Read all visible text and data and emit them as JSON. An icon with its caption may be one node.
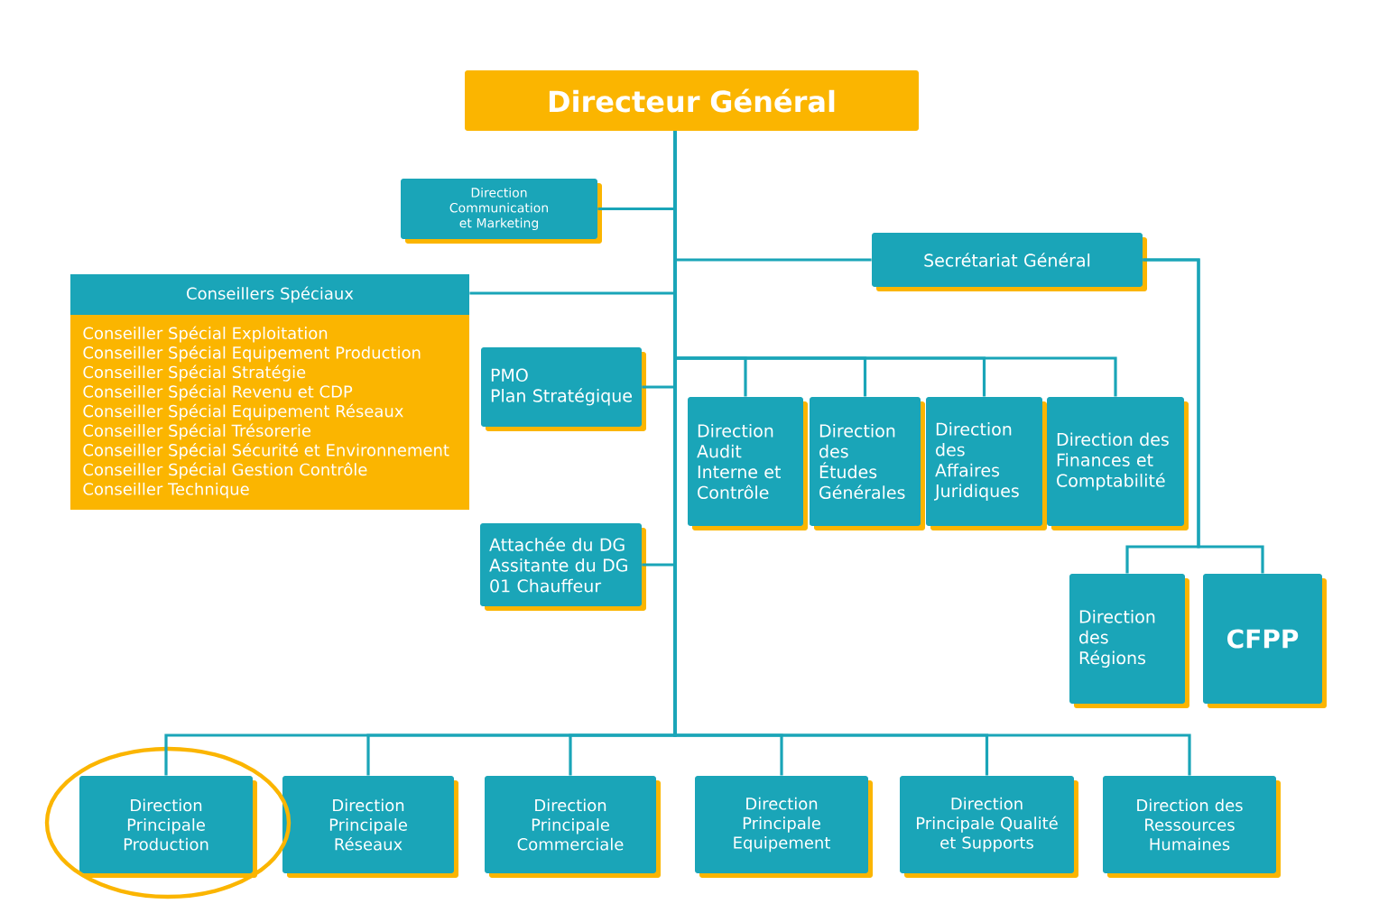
{
  "diagram": {
    "nodes": [
      {
        "text": [
          "Directeur Général"
        ]
      },
      {
        "text": [
          "Direction",
          "Communication et Marketing"
        ]
      },
      {
        "text": [
          "Secrétariat Général"
        ]
      },
      {
        "text": [
          "Conseillers Spéciaux",
          "Conseiller Spécial Exploitation",
          "Conseiller Spécial Equipement Production",
          "Conseiller Spécial Stratégie",
          "Conseiller Spécial Revenu et CDP",
          "Conseiller Spécial Equipement Réseaux",
          "Conseiller Spécial Trésorerie",
          "Conseiller Spécial Sécurité et Environnement",
          "Conseiller Spécial Gestion Contrôle",
          "Conseiller Technique"
        ]
      },
      {
        "text": [
          "PMO",
          "Plan Stratégique"
        ]
      },
      {
        "text": [
          "Attachée du DG",
          "Assitante du DG",
          "01 Chauffeur"
        ]
      },
      {
        "text": [
          "Direction Audit Interne et Contrôle"
        ]
      },
      {
        "text": [
          "Direction des Études Générales"
        ]
      },
      {
        "text": [
          "Direction des Affaires Juridiques"
        ]
      },
      {
        "text": [
          "Direction des Finances et Comptabilité"
        ]
      },
      {
        "text": [
          "Direction des Régions"
        ]
      },
      {
        "text": [
          "CFPP"
        ]
      },
      {
        "text": [
          "Direction Principale Production"
        ]
      },
      {
        "text": [
          "Direction Principale Réseaux"
        ]
      },
      {
        "text": [
          "Direction Principale Commerciale"
        ]
      },
      {
        "text": [
          "Direction Principale Equipement"
        ]
      },
      {
        "text": [
          "Direction Principale Qualité et Supports"
        ]
      },
      {
        "text": [
          "Direction des Ressources Humaines"
        ]
      }
    ],
    "edges": [
      {
        "from": 0,
        "to": 1,
        "arrow": "none"
      },
      {
        "from": 0,
        "to": 2,
        "arrow": "none"
      },
      {
        "from": 0,
        "to": 3,
        "arrow": "none"
      },
      {
        "from": 0,
        "to": 4,
        "arrow": "none"
      },
      {
        "from": 0,
        "to": 5,
        "arrow": "none"
      },
      {
        "from": 0,
        "to": 6,
        "arrow": "none"
      },
      {
        "from": 0,
        "to": 7,
        "arrow": "none"
      },
      {
        "from": 0,
        "to": 8,
        "arrow": "none"
      },
      {
        "from": 0,
        "to": 9,
        "arrow": "none"
      },
      {
        "from": 2,
        "to": 10,
        "arrow": "none"
      },
      {
        "from": 2,
        "to": 11,
        "arrow": "none"
      },
      {
        "from": 0,
        "to": 12,
        "arrow": "none"
      },
      {
        "from": 0,
        "to": 13,
        "arrow": "none"
      },
      {
        "from": 0,
        "to": 14,
        "arrow": "none"
      },
      {
        "from": 0,
        "to": 15,
        "arrow": "none"
      },
      {
        "from": 0,
        "to": 16,
        "arrow": "none"
      },
      {
        "from": 0,
        "to": 17,
        "arrow": "none"
      }
    ]
  }
}
